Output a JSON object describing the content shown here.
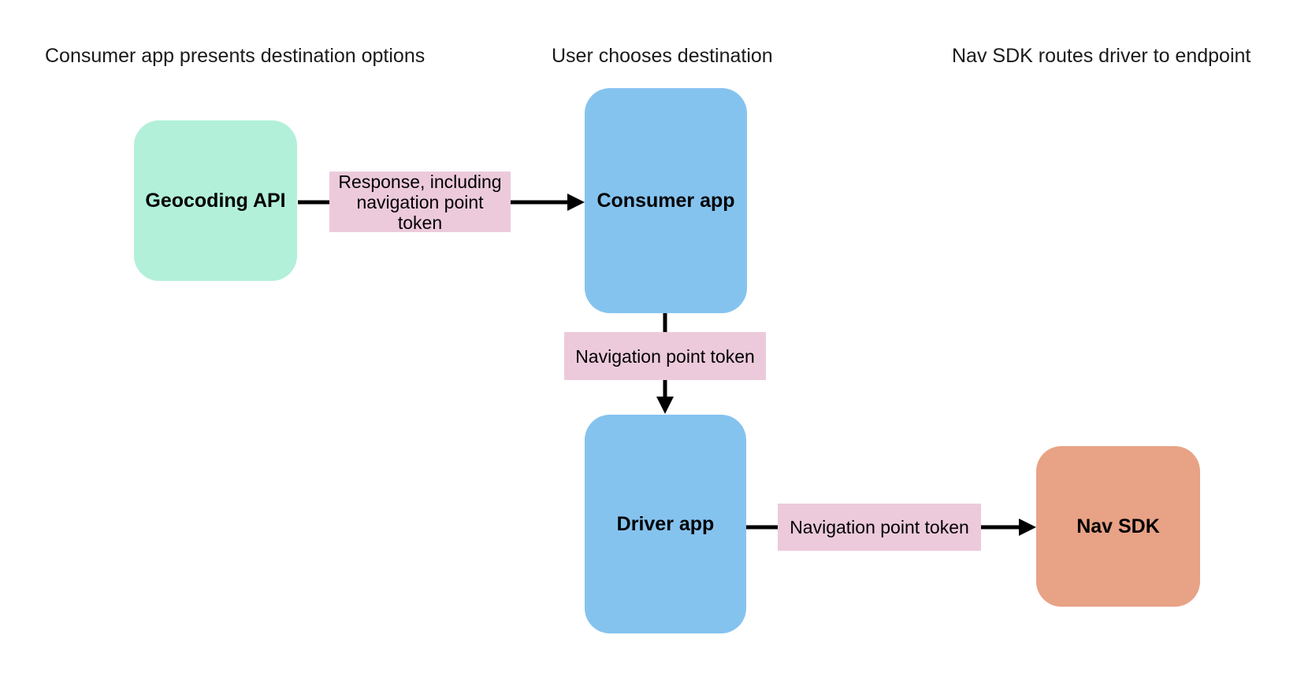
{
  "page": {
    "background_color": "#ffffff",
    "text_color": "#1a1a1a"
  },
  "diagram": {
    "headers": [
      {
        "id": "consumer-presents",
        "text": "Consumer app presents destination options"
      },
      {
        "id": "user-chooses",
        "text": "User chooses destination"
      },
      {
        "id": "nav-sdk-routes",
        "text": "Nav SDK routes driver to endpoint"
      }
    ],
    "nodes": [
      {
        "id": "geocoding-api",
        "label": "Geocoding API",
        "color": "#b2f0da"
      },
      {
        "id": "consumer-app",
        "label": "Consumer app",
        "color": "#85c3ef"
      },
      {
        "id": "driver-app",
        "label": "Driver app",
        "color": "#85c3ef"
      },
      {
        "id": "nav-sdk",
        "label": "Nav SDK",
        "color": "#e8a286"
      }
    ],
    "edge_labels": [
      {
        "id": "response-including-token",
        "text": "Response, including navigation point token",
        "color": "#eccadb"
      },
      {
        "id": "navigation-point-token-consumer-driver",
        "text": "Navigation point token",
        "color": "#eccadb"
      },
      {
        "id": "navigation-point-token-driver-navsdk",
        "text": "Navigation point token",
        "color": "#eccadb"
      }
    ],
    "arrow_color": "#000000"
  }
}
